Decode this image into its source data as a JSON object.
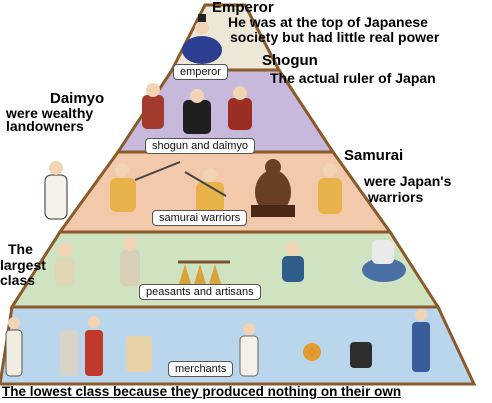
{
  "levels": {
    "emperor": {
      "label": "emperor",
      "title": "Emperor",
      "description_line1": "He was at the top of Japanese",
      "description_line2": "society but had little real power"
    },
    "shogun": {
      "title": "Shogun",
      "description": "The actual ruler of Japan"
    },
    "daimyo": {
      "title": "Daimyo",
      "description_line1": "were wealthy",
      "description_line2": "landowners"
    },
    "shogun_daimyo": {
      "label": "shogun and daimyo"
    },
    "samurai": {
      "label": "samurai warriors",
      "title": "Samurai",
      "description_line1": "were Japan's",
      "description_line2": "warriors"
    },
    "peasants": {
      "label": "peasants and artisans",
      "annot_line1": "The",
      "annot_line2": "largest",
      "annot_line3": "class"
    },
    "merchants": {
      "label": "merchants",
      "caption": "The lowest class because they produced nothing on their own"
    }
  },
  "colors": {
    "tier_emperor": "#ece7d6",
    "tier_shogun": "#c7b9dc",
    "tier_samurai": "#f3c9ac",
    "tier_peasants": "#cfe3c1",
    "tier_merchants": "#b9d6ec",
    "outline": "#8a5a2b"
  }
}
